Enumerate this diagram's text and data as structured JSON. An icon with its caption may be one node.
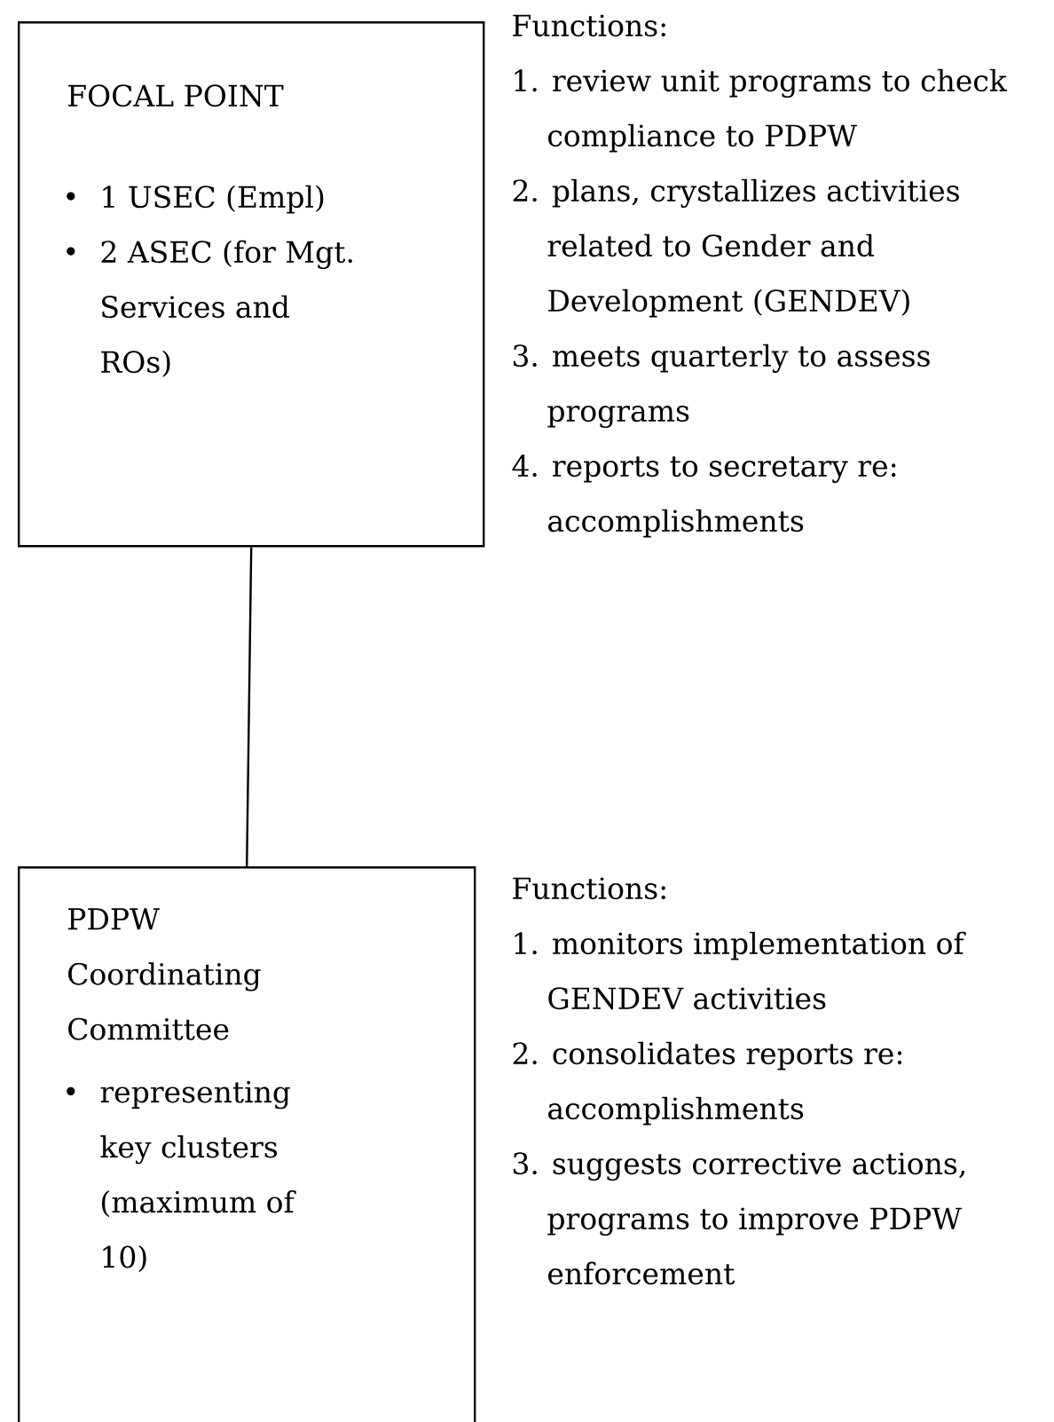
{
  "diagram": {
    "nodes": [
      {
        "text": [
          "FOCAL POINT",
          "1 USEC (Empl)",
          "2 ASEC (for Mgt. Services and ROs)"
        ],
        "beside": [
          "Functions:",
          "1. review unit programs to check compliance to PDPW",
          "2. plans, crystallizes activities related to Gender and Development (GENDEV)",
          "3. meets quarterly to assess programs",
          "4. reports to secretary re: accomplishments"
        ]
      },
      {
        "text": [
          "PDPW Coordinating Committee",
          "representing key clusters (maximum of 10)"
        ],
        "beside": [
          "Functions:",
          "1. monitors implementation of GENDEV activities",
          "2. consolidates reports re: accomplishments",
          "3. suggests corrective actions, programs to improve PDPW enforcement"
        ]
      }
    ],
    "edges": [
      {
        "from": 0,
        "to": 1,
        "arrow": "none"
      }
    ]
  }
}
